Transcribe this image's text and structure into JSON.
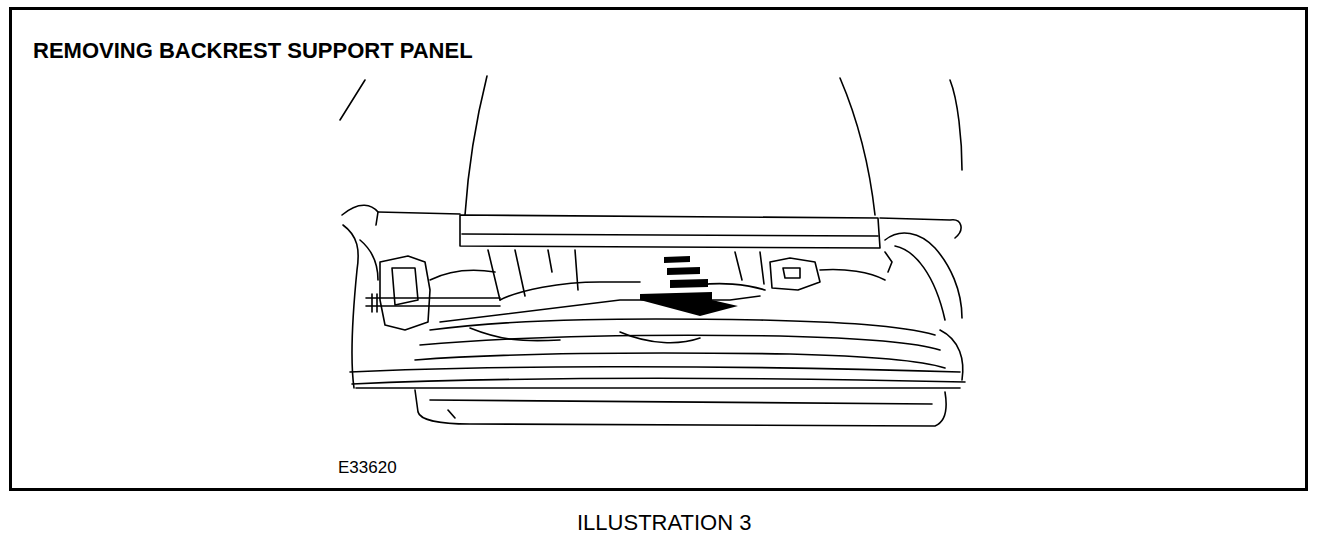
{
  "diagram": {
    "title": "REMOVING BACKREST SUPPORT PANEL",
    "caption": "ILLUSTRATION 3",
    "labels": [
      "E33620"
    ]
  }
}
